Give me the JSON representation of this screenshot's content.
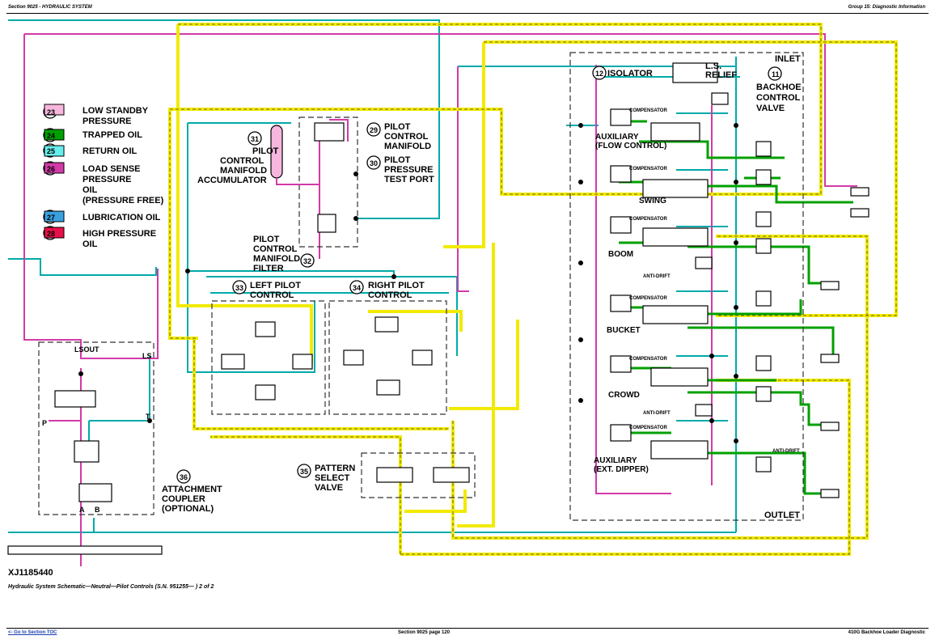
{
  "header": {
    "section": "Section 9025 - HYDRAULIC SYSTEM",
    "group": "Group 15: Diagnostic Information"
  },
  "footer": {
    "toc_link": "<- Go to Section TOC",
    "page": "Section 9025 page 120",
    "doc": "410G Backhoe Loader Diagnostic"
  },
  "figure": {
    "id": "XJ1185440",
    "caption": "Hydraulic System Schematic—Neutral—Pilot Controls (S.N. 951255— ) 2 of 2"
  },
  "colors": {
    "low_standby": "#f7b6dd",
    "trapped": "#00a000",
    "return": "#00aaaa",
    "load_sense": "#d33aa8",
    "lubrication": "#3aa0e0",
    "high_pressure": "#e8104a",
    "pilot": "#f2ea00"
  },
  "legend": [
    {
      "num": "23",
      "lines": [
        "LOW STANDBY",
        "PRESSURE"
      ]
    },
    {
      "num": "24",
      "lines": [
        "TRAPPED OIL"
      ]
    },
    {
      "num": "25",
      "lines": [
        "RETURN OIL"
      ]
    },
    {
      "num": "26",
      "lines": [
        "LOAD SENSE",
        "PRESSURE",
        "OIL",
        "(PRESSURE FREE)"
      ]
    },
    {
      "num": "27",
      "lines": [
        "LUBRICATION OIL"
      ]
    },
    {
      "num": "28",
      "lines": [
        "HIGH PRESSURE",
        "OIL"
      ]
    }
  ],
  "callouts": {
    "isolator_num": "12",
    "isolator": "ISOLATOR",
    "ls_relief": [
      "L.S.",
      "RELIEF"
    ],
    "inlet": "INLET",
    "backhoe_num": "11",
    "backhoe": [
      "BACKHOE",
      "CONTROL",
      "VALVE"
    ],
    "accum_num": "31",
    "accum": [
      "PILOT",
      "CONTROL",
      "MANIFOLD",
      "ACCUMULATOR"
    ],
    "manifold_num": "29",
    "manifold": [
      "PILOT",
      "CONTROL",
      "MANIFOLD"
    ],
    "testport_num": "30",
    "testport": [
      "PILOT",
      "PRESSURE",
      "TEST PORT"
    ],
    "filter_num": "32",
    "filter": [
      "PILOT",
      "CONTROL",
      "MANIFOLD",
      "FILTER"
    ],
    "left_num": "33",
    "left": [
      "LEFT PILOT",
      "CONTROL"
    ],
    "right_num": "34",
    "right": [
      "RIGHT PILOT",
      "CONTROL"
    ],
    "pattern_num": "35",
    "pattern": [
      "PATTERN",
      "SELECT",
      "VALVE"
    ],
    "coupler_num": "36",
    "coupler": [
      "ATTACHMENT",
      "COUPLER",
      "(OPTIONAL)"
    ],
    "lsout": "LSOUT",
    "ls": "LS",
    "p": "P",
    "t": "T",
    "a": "A",
    "b": "B",
    "outlet": "OUTLET"
  },
  "sections": [
    {
      "name": [
        "AUXILIARY",
        "(FLOW CONTROL)"
      ],
      "comp": "COMPENSATOR"
    },
    {
      "name": [
        "SWING"
      ],
      "comp": "COMPENSATOR"
    },
    {
      "name": [
        "BOOM"
      ],
      "comp": "COMPENSATOR"
    },
    {
      "name": [
        "BUCKET"
      ],
      "comp": "COMPENSATOR"
    },
    {
      "name": [
        "CROWD"
      ],
      "comp": "COMPENSATOR"
    },
    {
      "name": [
        "AUXILIARY",
        "(EXT. DIPPER)"
      ],
      "comp": "COMPENSATOR"
    }
  ],
  "anti_drift": "ANTI-DRIFT"
}
